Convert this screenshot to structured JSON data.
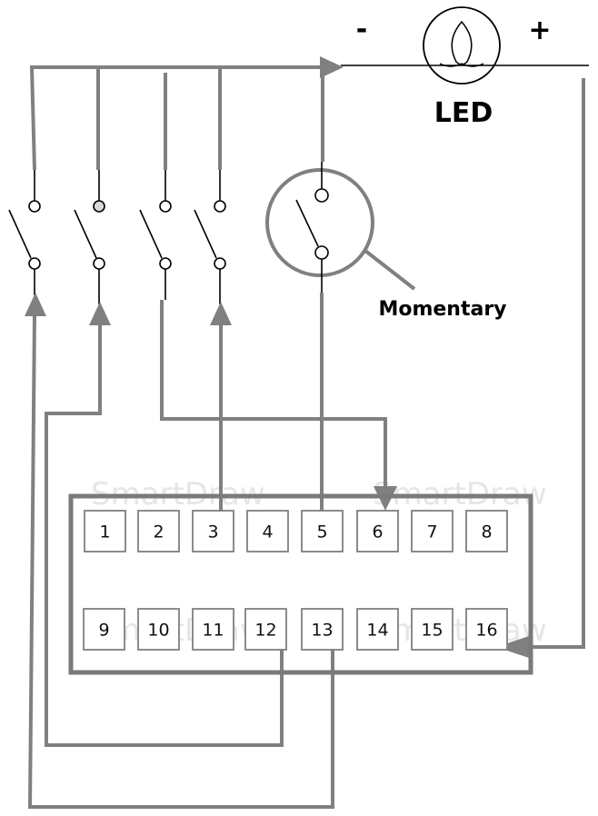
{
  "diagram": {
    "type": "wiring-schematic",
    "led": {
      "label": "LED",
      "minus_label": "-",
      "plus_label": "+"
    },
    "momentary": {
      "label": "Momentary"
    },
    "watermarks": [
      "SmartDraw",
      "SmartDraw",
      "SmartDraw",
      "SmartDraw"
    ],
    "switches": [
      {
        "id": "sw1",
        "kind": "toggle"
      },
      {
        "id": "sw2",
        "kind": "toggle"
      },
      {
        "id": "sw3",
        "kind": "toggle"
      },
      {
        "id": "sw4",
        "kind": "toggle"
      },
      {
        "id": "sw5",
        "kind": "momentary"
      }
    ],
    "connector": {
      "pins_top": [
        "1",
        "2",
        "3",
        "4",
        "5",
        "6",
        "7",
        "8"
      ],
      "pins_bottom": [
        "9",
        "10",
        "11",
        "12",
        "13",
        "14",
        "15",
        "16"
      ]
    },
    "connections": [
      {
        "from": "pin-3",
        "to": "sw4"
      },
      {
        "from": "pin-5",
        "to": "sw5"
      },
      {
        "from": "sw3",
        "to": "pin-6"
      },
      {
        "from": "pin-12",
        "to": "sw2"
      },
      {
        "from": "pin-13",
        "to": "sw1"
      },
      {
        "from": "led-plus",
        "to": "pin-16"
      },
      {
        "from": "common-bus",
        "to": "led-minus"
      }
    ],
    "colors": {
      "wire": "#808080",
      "outline": "#000000"
    }
  }
}
